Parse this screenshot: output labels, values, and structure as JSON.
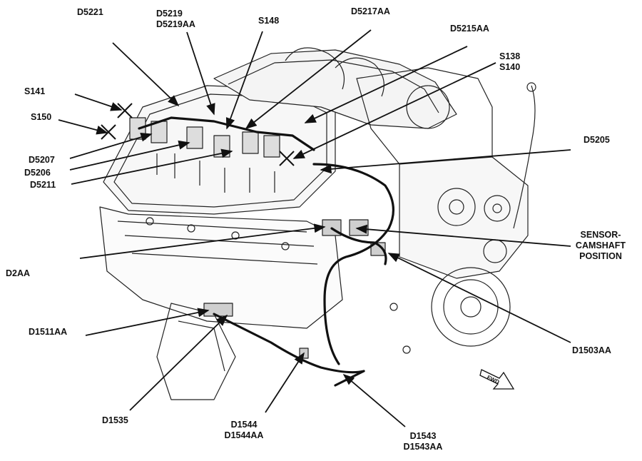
{
  "diagram": {
    "callouts": [
      {
        "id": "d5221",
        "lines": [
          "D5221"
        ]
      },
      {
        "id": "d5219",
        "lines": [
          "D5219",
          "D5219AA"
        ]
      },
      {
        "id": "s148",
        "lines": [
          "S148"
        ]
      },
      {
        "id": "d5217aa",
        "lines": [
          "D5217AA"
        ]
      },
      {
        "id": "d5215aa",
        "lines": [
          "D5215AA"
        ]
      },
      {
        "id": "s138",
        "lines": [
          "S138",
          "S140"
        ]
      },
      {
        "id": "s141",
        "lines": [
          "S141"
        ]
      },
      {
        "id": "s150",
        "lines": [
          "S150"
        ]
      },
      {
        "id": "d5207",
        "lines": [
          "D5207"
        ]
      },
      {
        "id": "d5206",
        "lines": [
          "D5206"
        ]
      },
      {
        "id": "d5211",
        "lines": [
          "D5211"
        ]
      },
      {
        "id": "d5205",
        "lines": [
          "D5205"
        ]
      },
      {
        "id": "sensor",
        "lines": [
          "SENSOR-",
          "CAMSHAFT",
          "POSITION"
        ]
      },
      {
        "id": "d2aa",
        "lines": [
          "D2AA"
        ]
      },
      {
        "id": "d1511aa",
        "lines": [
          "D1511AA"
        ]
      },
      {
        "id": "d1503aa",
        "lines": [
          "D1503AA"
        ]
      },
      {
        "id": "d1535",
        "lines": [
          "D1535"
        ]
      },
      {
        "id": "d1544",
        "lines": [
          "D1544",
          "D1544AA"
        ]
      },
      {
        "id": "d1543",
        "lines": [
          "D1543",
          "D1543AA"
        ]
      }
    ],
    "fwd_badge": "FWD"
  }
}
